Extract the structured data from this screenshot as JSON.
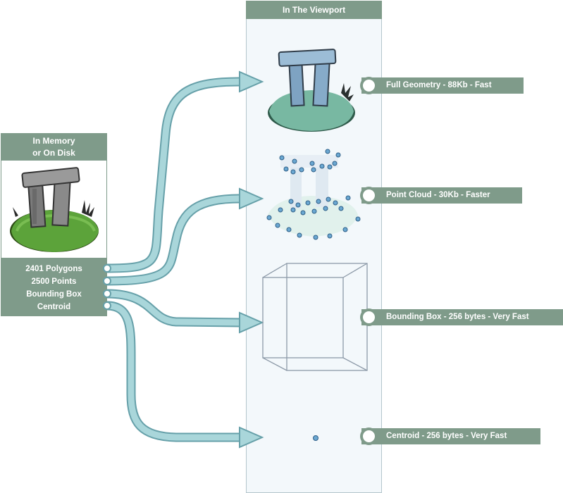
{
  "viewport": {
    "header": "In The Viewport"
  },
  "memory": {
    "header_line1": "In Memory",
    "header_line2": "or On Disk",
    "items": [
      "2401 Polygons",
      "2500 Points",
      "Bounding Box",
      "Centroid"
    ]
  },
  "representations": [
    {
      "label": "Full Geometry - 88Kb - Fast",
      "icon": "stonehenge-full-geometry"
    },
    {
      "label": "Point Cloud - 30Kb - Faster",
      "icon": "stonehenge-point-cloud"
    },
    {
      "label": "Bounding Box - 256 bytes - Very Fast",
      "icon": "wireframe-bounding-box"
    },
    {
      "label": "Centroid - 256 bytes - Very Fast",
      "icon": "centroid-dot"
    }
  ],
  "colors": {
    "header_bg": "#7f9b8a",
    "connector": "#a9d6da",
    "connector_border": "#66a0a9",
    "viewport_bg": "#f3f8fb"
  }
}
